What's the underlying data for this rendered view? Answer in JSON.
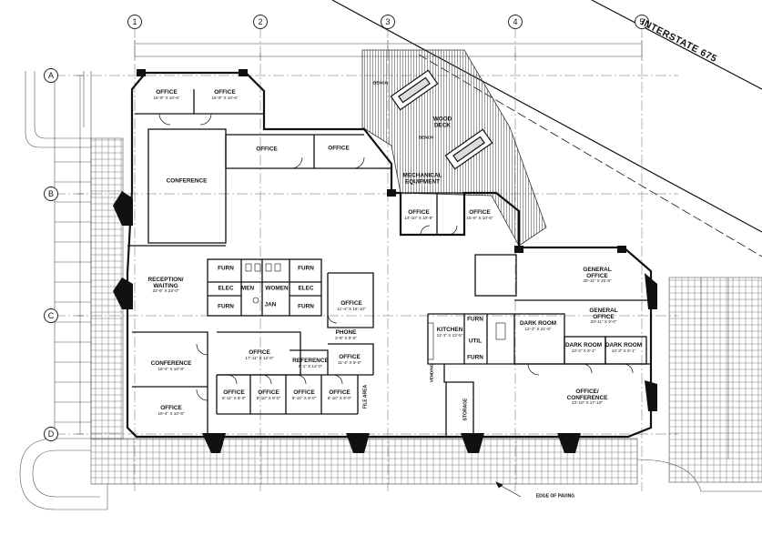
{
  "highway": "INTERSTATE 675",
  "paving_note": "EDGE OF PAVING",
  "grid": {
    "columns": [
      "1",
      "2",
      "3",
      "4",
      "5"
    ],
    "rows": [
      "A",
      "B",
      "C",
      "D"
    ]
  },
  "rooms": {
    "office_nw_a": {
      "name": "OFFICE",
      "dims": "16'-6\" X 10'-6\""
    },
    "office_nw_b": {
      "name": "OFFICE",
      "dims": "16'-6\" X 10'-6\""
    },
    "office_n_1": {
      "name": "OFFICE"
    },
    "office_n_2": {
      "name": "OFFICE"
    },
    "conference_main": {
      "name": "CONFERENCE"
    },
    "wood_deck": {
      "name": "WOOD\nDECK"
    },
    "bench_1": {
      "name": "BENCH"
    },
    "bench_2": {
      "name": "BENCH"
    },
    "mechanical": {
      "name": "MECHANICAL\nEQUIPMENT"
    },
    "office_ne_a": {
      "name": "OFFICE",
      "dims": "14'-10\" X 10'-8\""
    },
    "office_ne_b": {
      "name": "OFFICE",
      "dims": "15'-6\" X 10'-6\""
    },
    "reception": {
      "name": "RECEPTION/\nWAITING",
      "dims": "23'-6\" X 23'-0\""
    },
    "furn_1": {
      "name": "FURN"
    },
    "furn_2": {
      "name": "FURN"
    },
    "furn_3": {
      "name": "FURN"
    },
    "furn_4": {
      "name": "FURN"
    },
    "elec_1": {
      "name": "ELEC"
    },
    "elec_2": {
      "name": "ELEC"
    },
    "men": {
      "name": "MEN"
    },
    "women": {
      "name": "WOMEN"
    },
    "jan": {
      "name": "JAN"
    },
    "office_center": {
      "name": "OFFICE",
      "dims": "11'-4\" X 16'-10\""
    },
    "phone": {
      "name": "PHONE",
      "dims": "3'-6\" X 9'-0\""
    },
    "conference_sw": {
      "name": "CONFERENCE",
      "dims": "19'-4\" X 16'-8\""
    },
    "office_mid": {
      "name": "OFFICE",
      "dims": "17'-11\" X 12'-0\""
    },
    "reference": {
      "name": "REFERENCE",
      "dims": "9'-1\" X 12'-0\""
    },
    "office_small": {
      "name": "OFFICE",
      "dims": "11'-4\" X 9'-0\""
    },
    "office_sw": {
      "name": "OFFICE",
      "dims": "19'-4\" X 10'-8\""
    },
    "office_row_1": {
      "name": "OFFICE",
      "dims": "8'-11\" X 9'-0\""
    },
    "office_row_2": {
      "name": "OFFICE",
      "dims": "8'-10\" X 9'-0\""
    },
    "office_row_3": {
      "name": "OFFICE",
      "dims": "8'-10\" X 9'-0\""
    },
    "office_row_4": {
      "name": "OFFICE",
      "dims": "8'-10\" X 9'-0\""
    },
    "file_area": {
      "name": "FILE AREA"
    },
    "kitchen": {
      "name": "KITCHEN",
      "dims": "11'-1\" X 13'-5\""
    },
    "furn_5": {
      "name": "FURN"
    },
    "furn_6": {
      "name": "FURN"
    },
    "util": {
      "name": "UTIL"
    },
    "dark_room_1": {
      "name": "DARK ROOM",
      "dims": "12'-2\" X 21'-6\""
    },
    "general_office_1": {
      "name": "GENERAL\nOFFICE",
      "dims": "20'-11\" X 15'-8\""
    },
    "general_office_2": {
      "name": "GENERAL\nOFFICE",
      "dims": "20'-11\" X 9'-0\""
    },
    "dark_room_2": {
      "name": "DARK ROOM",
      "dims": "10'-3\" X 8'-1\""
    },
    "dark_room_3": {
      "name": "DARK ROOM",
      "dims": "10'-3\" X 8'-1\""
    },
    "storage": {
      "name": "STORAGE"
    },
    "vending": {
      "name": "VENDING"
    },
    "office_conference": {
      "name": "OFFICE/\nCONFERENCE",
      "dims": "23'-10\" X 17'-10\""
    }
  }
}
